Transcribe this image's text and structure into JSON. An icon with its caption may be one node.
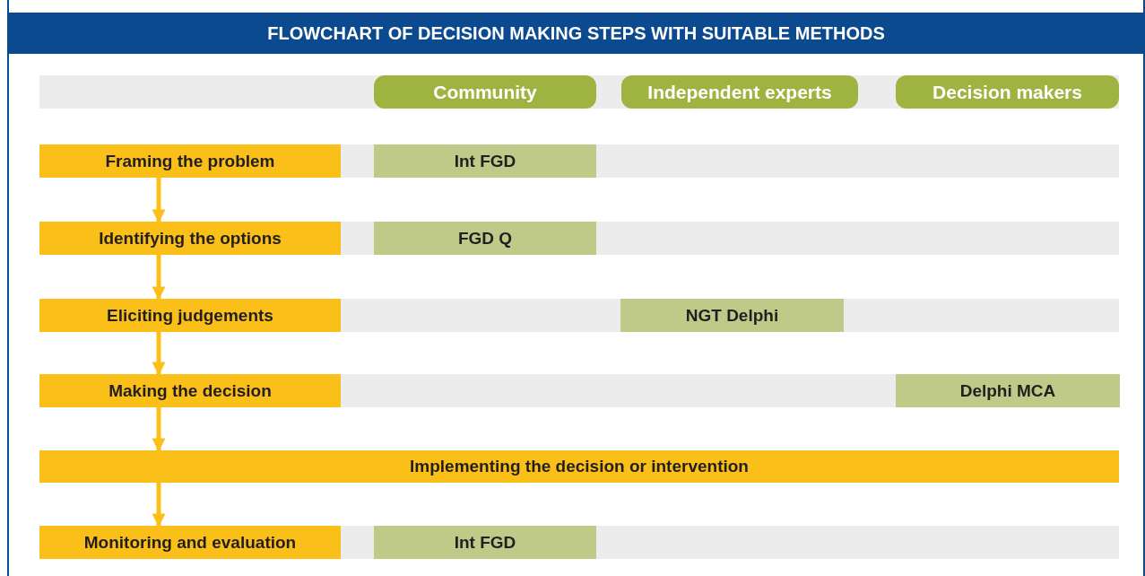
{
  "diagram": {
    "title": "FLOWCHART OF DECISION MAKING STEPS WITH SUITABLE METHODS",
    "nodes": [
      {
        "text": [
          "Community"
        ]
      },
      {
        "text": [
          "Independent experts"
        ]
      },
      {
        "text": [
          "Decision makers"
        ]
      },
      {
        "text": [
          "Framing the problem"
        ]
      },
      {
        "text": [
          "Int FGD"
        ]
      },
      {
        "text": [
          "Identifying the options"
        ]
      },
      {
        "text": [
          "FGD Q"
        ]
      },
      {
        "text": [
          "Eliciting judgements"
        ]
      },
      {
        "text": [
          "NGT Delphi"
        ]
      },
      {
        "text": [
          "Making the decision"
        ]
      },
      {
        "text": [
          "Delphi MCA"
        ]
      },
      {
        "text": [
          "Implementing the decision or intervention"
        ]
      },
      {
        "text": [
          "Monitoring and evaluation"
        ]
      },
      {
        "text": [
          "Int FGD"
        ]
      }
    ],
    "edges": [
      {
        "from": 3,
        "to": 5,
        "arrow": "to"
      },
      {
        "from": 5,
        "to": 7,
        "arrow": "to"
      },
      {
        "from": 7,
        "to": 9,
        "arrow": "to"
      },
      {
        "from": 9,
        "to": 11,
        "arrow": "to"
      },
      {
        "from": 11,
        "to": 12,
        "arrow": "to"
      }
    ]
  }
}
